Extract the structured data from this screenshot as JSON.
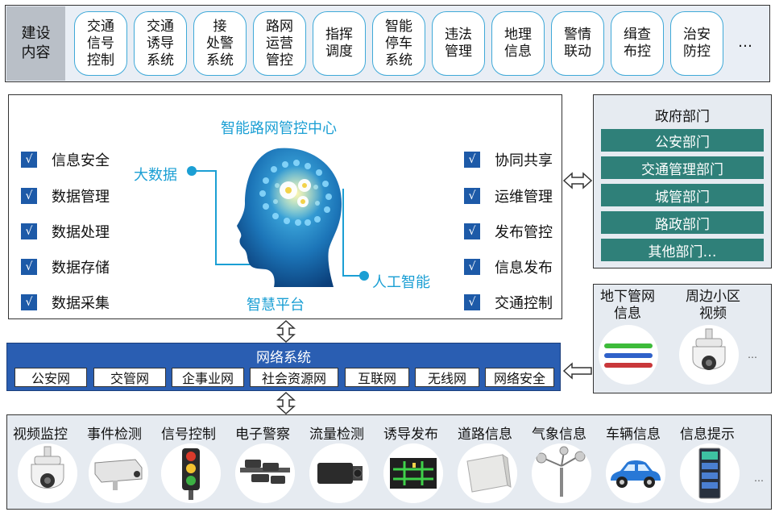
{
  "construction": {
    "label": "建设\n内容",
    "items": [
      "交通\n信号\n控制",
      "交通\n诱导\n系统",
      "接\n处警\n系统",
      "路网\n运营\n管控",
      "指挥\n调度",
      "智能\n停车\n系统",
      "违法\n管理",
      "地理\n信息",
      "警情\n联动",
      "缉查\n布控",
      "治安\n防控"
    ],
    "more": "…"
  },
  "center": {
    "title": "智能路网管控中心",
    "left_items": [
      "信息安全",
      "数据管理",
      "数据处理",
      "数据存储",
      "数据采集"
    ],
    "right_items": [
      "协同共享",
      "运维管理",
      "发布管控",
      "信息发布",
      "交通控制"
    ],
    "check_mark": "√",
    "big_data": "大数据",
    "ai": "人工智能",
    "platform": "智慧平台"
  },
  "government": {
    "title": "政府部门",
    "items": [
      "公安部门",
      "交通管理部门",
      "城管部门",
      "路政部门",
      "其他部门…"
    ]
  },
  "extra_sources": {
    "items": [
      "地下管网\n信息",
      "周边小区\n视频"
    ],
    "more": "…"
  },
  "network": {
    "title": "网络系统",
    "items": [
      "公安网",
      "交管网",
      "企事业网",
      "社会资源网",
      "互联网",
      "无线网",
      "网络安全"
    ]
  },
  "devices": {
    "items": [
      "视频监控",
      "事件检测",
      "信号控制",
      "电子警察",
      "流量检测",
      "诱导发布",
      "道路信息",
      "气象信息",
      "车辆信息",
      "信息提示"
    ],
    "more": "…"
  },
  "colors": {
    "accent_blue": "#1b9fd4",
    "network_blue": "#2a5eb2",
    "dept_teal": "#2f8079",
    "check_blue": "#1d5aa8"
  }
}
